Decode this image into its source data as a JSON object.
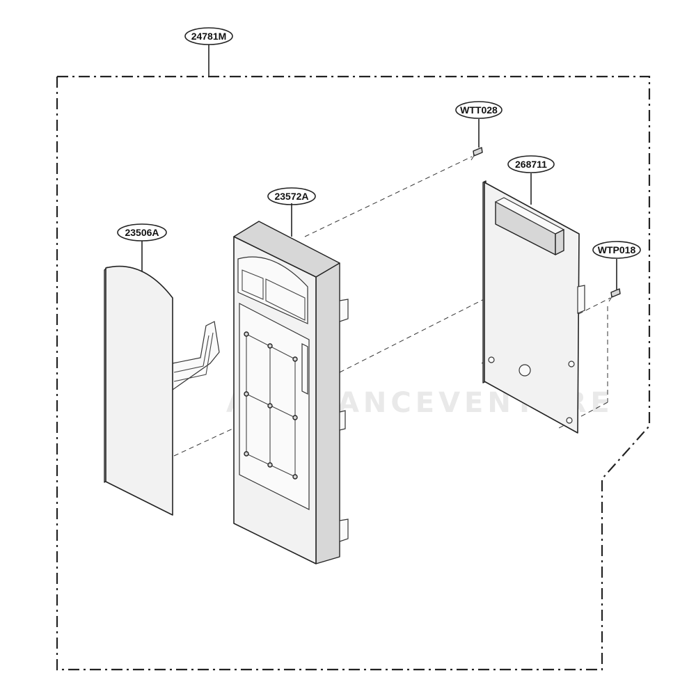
{
  "diagram": {
    "type": "exploded-parts-diagram",
    "watermark": "APPLIANCEVENTURE",
    "labels": {
      "assembly": "24781M",
      "screw_top": "WTT028",
      "pcb": "268711",
      "panel_frame": "23572A",
      "membrane": "23506A",
      "screw_right": "WTP018"
    }
  }
}
